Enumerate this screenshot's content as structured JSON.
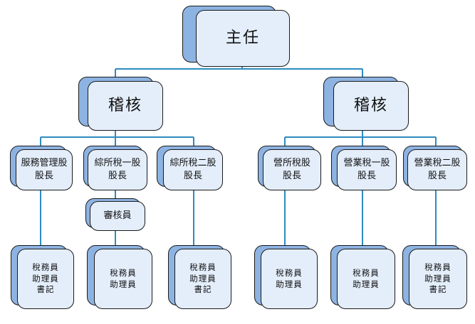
{
  "colors": {
    "connector": "#2e8bc0",
    "box_back": "#8db3e2",
    "box_front": "#e4eefb",
    "border": "#1a1a1a"
  },
  "director": {
    "label": "主任"
  },
  "audit_left": {
    "label": "稽核"
  },
  "audit_right": {
    "label": "稽核"
  },
  "units": [
    {
      "line1": "服務管理股",
      "line2": "股長"
    },
    {
      "line1": "綜所稅一股",
      "line2": "股長"
    },
    {
      "line1": "綜所稅二股",
      "line2": "股長"
    },
    {
      "line1": "營所稅股",
      "line2": "股長"
    },
    {
      "line1": "營業稅一股",
      "line2": "股長"
    },
    {
      "line1": "營業稅二股",
      "line2": "股長"
    }
  ],
  "reviewer": {
    "label": "審核員"
  },
  "staff": [
    {
      "lines": [
        "稅務員",
        "助理員",
        "書記"
      ]
    },
    {
      "lines": [
        "稅務員",
        "助理員"
      ]
    },
    {
      "lines": [
        "稅務員",
        "助理員",
        "書記"
      ]
    },
    {
      "lines": [
        "稅務員",
        "助理員"
      ]
    },
    {
      "lines": [
        "稅務員",
        "助理員"
      ]
    },
    {
      "lines": [
        "稅務員",
        "助理員",
        "書記"
      ]
    }
  ]
}
